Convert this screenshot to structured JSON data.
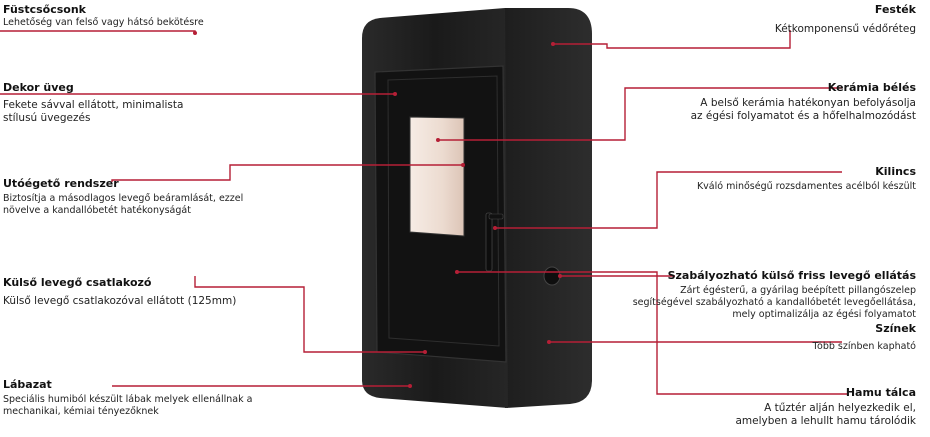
{
  "colors": {
    "accent_line": "#b51f36",
    "stove_body": "#1c1c1c",
    "glass": "#111111",
    "flame_window": "#f1e3d8"
  },
  "features": {
    "fustcsocsonk": {
      "title": "Füstcsőcsonk",
      "desc": "Lehetőség van felső vagy hátsó bekötésre"
    },
    "dekor_uveg": {
      "title": "Dekor üveg",
      "desc1": "Fekete sávval ellátott, minimalista",
      "desc2": "stílusú üvegezés"
    },
    "utoegeto": {
      "title": "Utóégető rendszer",
      "desc1": "Biztosítja a másodlagos levegő beáramlását, ezzel",
      "desc2": "növelve a kandallóbetét hatékonyságát"
    },
    "kulso_levego": {
      "title": "Külső levegő csatlakozó",
      "desc": "Külső levegő csatlakozóval ellátott (125mm)"
    },
    "labazat": {
      "title": "Lábazat",
      "desc1": "Speciális humiból készült lábak melyek ellenállnak a",
      "desc2": "mechanikai, kémiai tényezőknek"
    },
    "festek": {
      "title": "Festék",
      "desc": "Kétkomponensű védőréteg"
    },
    "keramia": {
      "title": "Kerámia bélés",
      "desc1": "A belső kerámia hatékonyan befolyásolja",
      "desc2": "az égési folyamatot és a hőfelhalmozódást"
    },
    "kilincs": {
      "title": "Kilincs",
      "desc": "Kváló minőségű rozsdamentes acélból készült"
    },
    "szabalyozhato": {
      "title": "Szabályozható külső friss levegő ellátás",
      "desc1": "Zárt égésterű, a gyárilag beépített pillangószelep",
      "desc2": "segítségével szabályozható a kandallóbetét levegőellátása,",
      "desc3": "mely optimalizálja az égési folyamatot"
    },
    "szinek": {
      "title": "Színek",
      "desc": "Több színben kapható"
    },
    "hamu_talca": {
      "title": "Hamu tálca",
      "desc1": "A tűztér alján helyezkedik el,",
      "desc2": "amelyben a lehullt hamu tárolódik"
    }
  }
}
